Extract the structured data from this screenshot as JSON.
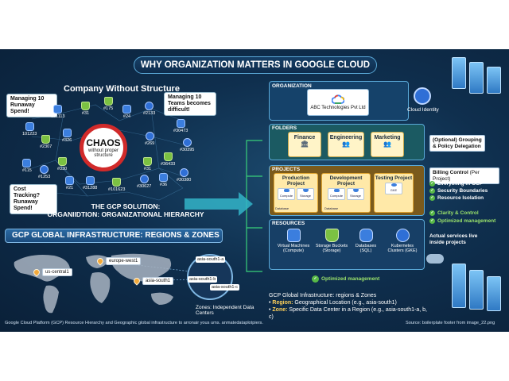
{
  "title": "WHY ORGANIZATION MATTERS IN GOOGLE CLOUD",
  "left": {
    "heading": "Company Without Structure",
    "callouts": {
      "spend10": "Managing 10 Runaway Spend!",
      "teams10": "Managing 10 Teams becomes difficult!",
      "cost": "Cost Tracking? Runaway Spend!"
    },
    "chaos": {
      "big": "CHAOS",
      "small": "without proper structure"
    },
    "nodes": [
      "101113",
      "#31",
      "#175",
      "#24",
      "#2133",
      "#30473",
      "101223",
      "#2307",
      "#326",
      "#269",
      "#30395",
      "#115",
      "#1253",
      "#330",
      "#31",
      "#36433",
      "#21",
      "#31288",
      "#101623",
      "#30627",
      "#36",
      "#30380"
    ],
    "solution_line1": "THE GCP SOLUTION:",
    "solution_line2": "ORGANIIDTION: ORGANIZATIONAL HIERARCHY"
  },
  "regions": {
    "banner": "GCP GLOBAL INFRASTRUCTURE: REGIONS & ZONES",
    "pins": [
      "us-central1",
      "europe-west1",
      "asia-south1"
    ],
    "zones": [
      "asia-south1-a",
      "asia-south1-b",
      "asia-south1-c"
    ],
    "zones_note": "Zones: Independent Data Centers"
  },
  "hierarchy": {
    "organization": {
      "label": "ORGANIZATION",
      "name": "ABC Technologies Pvt Ltd",
      "identity": "Cloud Identity"
    },
    "folders": {
      "label": "FOLDERS",
      "items": [
        "Finance",
        "Engineering",
        "Marketing"
      ],
      "note": "(Optional) Grouping & Policy Delegation"
    },
    "projects": {
      "label": "PROJECTS",
      "items": [
        {
          "name": "Production Project",
          "minis": [
            "Compute",
            "Storage",
            "Database"
          ]
        },
        {
          "name": "Development Project",
          "minis": [
            "Compute",
            "Storage",
            "Database"
          ]
        },
        {
          "name": "Testing Project",
          "minis": [
            "GKE"
          ]
        }
      ]
    },
    "billing": {
      "heading": "Billing Control",
      "heading_note": "(Per Project)",
      "items": [
        "Everything in GCP",
        "Security Boundaries",
        "Resource Isolation"
      ],
      "green": [
        "Clarity & Control",
        "Optimized management"
      ]
    },
    "resources": {
      "label": "RESOURCES",
      "items": [
        {
          "name": "Virtual Machines (Compute)",
          "color": "#3b7ede"
        },
        {
          "name": "Storage Buckets (Storage)",
          "color": "#7bc142"
        },
        {
          "name": "Databases (SQL)",
          "color": "#3b7ede"
        },
        {
          "name": "Kubernetes Clusters (GKE)",
          "color": "#2f6fd6"
        }
      ],
      "note": "Actual services live inside projects",
      "optimized": "Optimized management"
    },
    "legend": {
      "title": "GCP Global Infrastructure: regions & Zones",
      "region_key": "Region:",
      "region_val": "Geographical Location (e.g., asia-south1)",
      "zone_key": "Zone:",
      "zone_val": "Specific Data Center in a Region (e.g., asia-south1-a, b, c)"
    }
  },
  "footer": {
    "left": "Google Cloud Platform (GCP) Resource Hierarchy and Geographic global infrastructure to arronair yous ums. anmatedataplotpiers.",
    "right": "Source: boilerplate footer from image_22.png"
  },
  "colors": {
    "accent": "#5aa9d8",
    "chaos_red": "#d12a2a",
    "folder": "#fff4c8",
    "project": "#ffe9a8",
    "check_green": "#58b947"
  }
}
